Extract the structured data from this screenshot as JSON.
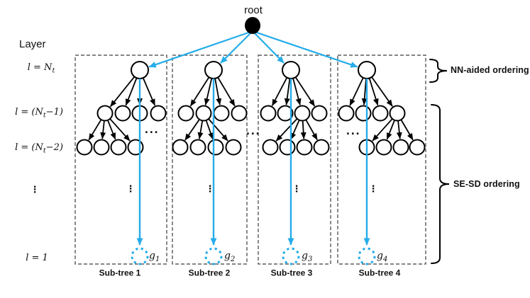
{
  "colors": {
    "accent": "#25ACE9",
    "line": "#000000",
    "box_dash": "#3c3c3c"
  },
  "root": {
    "label": "root"
  },
  "left_panel": {
    "heading": "Layer",
    "layer_nt": {
      "base": "l = N",
      "sub": "t",
      "post": ""
    },
    "layer_nt1": {
      "base": "l = (N",
      "sub": "t",
      "post": "−1)"
    },
    "layer_nt2": {
      "base": "l = (N",
      "sub": "t",
      "post": "−2)"
    },
    "layer_1": {
      "base": "l = 1",
      "sub": "",
      "post": ""
    }
  },
  "subtrees": [
    {
      "label": "Sub-tree 1",
      "g": {
        "base": "g",
        "sub": "1"
      }
    },
    {
      "label": "Sub-tree 2",
      "g": {
        "base": "g",
        "sub": "2"
      }
    },
    {
      "label": "Sub-tree 3",
      "g": {
        "base": "g",
        "sub": "3"
      }
    },
    {
      "label": "Sub-tree 4",
      "g": {
        "base": "g",
        "sub": "4"
      }
    }
  ],
  "annotations": {
    "nn": "NN-aided ordering",
    "sesd": "SE-SD ordering"
  },
  "ellipses": {
    "horizontal": "···",
    "vertical": "⋮"
  },
  "structure": {
    "num_subtrees": 4,
    "children_per_shown_node": 4,
    "expanded_branch_per_subtree": [
      1,
      2,
      3,
      4
    ]
  }
}
